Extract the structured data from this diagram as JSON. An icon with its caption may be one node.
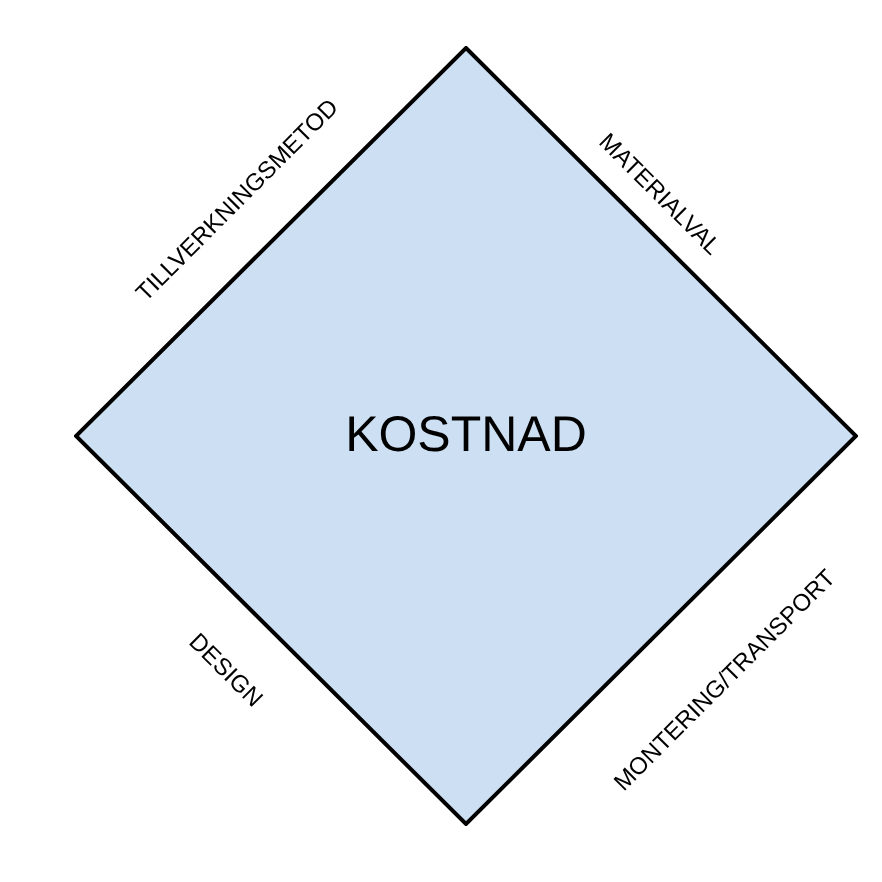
{
  "diagram": {
    "nodes": [
      {
        "text": [
          "KOSTNAD"
        ]
      }
    ],
    "labels": [
      "TILLVERKNINGSMETOD",
      "MATERIALVAL",
      "DESIGN",
      "MONTERING/TRANSPORT"
    ]
  }
}
